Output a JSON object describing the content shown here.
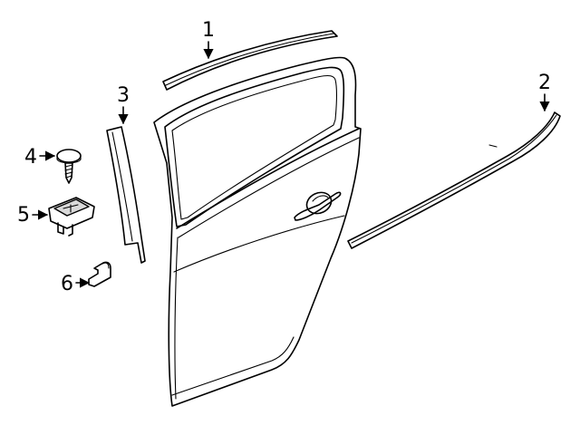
{
  "callouts": {
    "c1": "1",
    "c2": "2",
    "c3": "3",
    "c4": "4",
    "c5": "5",
    "c6": "6"
  },
  "colors": {
    "line": "#000000",
    "background": "#ffffff",
    "part_shade": "#d9d9d9"
  }
}
